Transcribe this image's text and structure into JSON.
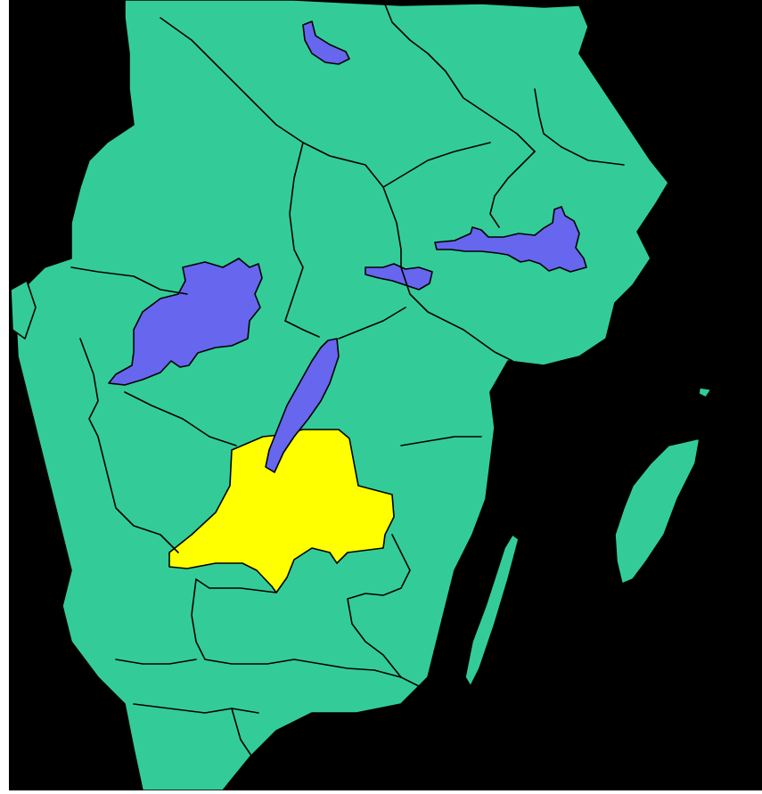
{
  "map": {
    "colors": {
      "sea": "#000000",
      "land": "#33cc99",
      "water": "#6666ee",
      "highlight": "#ffff00",
      "borders": "#000000"
    },
    "regions": {
      "mainland": "mainland",
      "gotland": "gotland",
      "oland": "oland",
      "highlighted": "highlighted-region"
    },
    "lakes": [
      "lake-vanern",
      "lake-vattern",
      "lake-malaren",
      "lake-hjalmaren",
      "lake-north"
    ]
  }
}
